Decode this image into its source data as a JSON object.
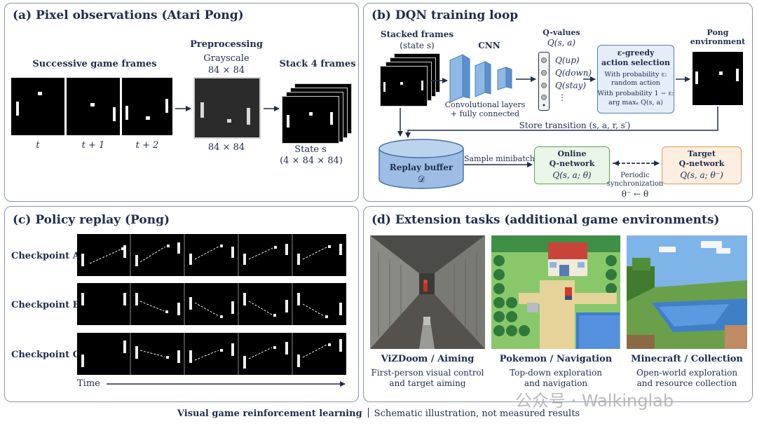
{
  "panel_a": {
    "title": "(a)  Pixel observations (Atari Pong)",
    "successive_label": "Successive game frames",
    "frame_labels": [
      "t",
      "t + 1",
      "t + 2"
    ],
    "preprocessing_title": "Preprocessing",
    "preprocessing_sub": "Grayscale",
    "preprocessing_size": "84 × 84",
    "preprocessing_bottom": "84 × 84",
    "stack_title": "Stack 4 frames",
    "state_label": "State s",
    "state_dims": "(4 × 84 × 84)"
  },
  "panel_b": {
    "title": "(b)  DQN training loop",
    "stacked_title": "Stacked frames",
    "stacked_sub": "(state s)",
    "cnn_title": "CNN",
    "cnn_caption_1": "Convolutional layers",
    "cnn_caption_2": "+ fully connected",
    "qvalues_title": "Q-values",
    "qvalues_sub": "Q(s, a)",
    "q_items": [
      "Q(up)",
      "Q(down)",
      "Q(stay)",
      "⋮"
    ],
    "egreedy_title_1": "ε-greedy",
    "egreedy_title_2": "action selection",
    "egreedy_l1": "With probability ε:",
    "egreedy_l2": "random action",
    "egreedy_l3": "With probability 1 − ε:",
    "egreedy_l4": "arg maxₐ Q(s, a)",
    "env_title_1": "Pong",
    "env_title_2": "environment",
    "store_transition": "Store transition (s, a, r, s′)",
    "replay_title": "Replay buffer",
    "replay_sym": "𝒟",
    "sample_label": "Sample minibatch",
    "online_1": "Online",
    "online_2": "Q-network",
    "online_3": "Q(s, a; θ)",
    "target_1": "Target",
    "target_2": "Q-network",
    "target_3": "Q(s, a; θ⁻)",
    "sync_1": "Periodic",
    "sync_2": "synchronization",
    "sync_3": "θ⁻ ← θ"
  },
  "panel_c": {
    "title": "(c)  Policy replay (Pong)",
    "checkpoints": [
      "Checkpoint A",
      "Checkpoint B",
      "Checkpoint C"
    ],
    "time_label": "Time"
  },
  "panel_d": {
    "title": "(d)  Extension tasks (additional game environments)",
    "tasks": [
      {
        "name": "ViZDoom / Aiming",
        "desc1": "First-person visual control",
        "desc2": "and target aiming"
      },
      {
        "name": "Pokemon / Navigation",
        "desc1": "Top-down exploration",
        "desc2": "and navigation"
      },
      {
        "name": "Minecraft / Collection",
        "desc1": "Open-world exploration",
        "desc2": "and resource collection"
      }
    ]
  },
  "footer": {
    "main": "Visual game reinforcement learning",
    "note": "Schematic illustration, not measured results"
  },
  "watermark": "公众号 · Walkinglab",
  "colors": {
    "navy": "#1f2d4d",
    "blue_box_fill": "#e4edf8",
    "green_box_fill": "#e9f5e6",
    "orange_box_fill": "#fdeee1",
    "cnn_blue": "#6d9fd8"
  }
}
